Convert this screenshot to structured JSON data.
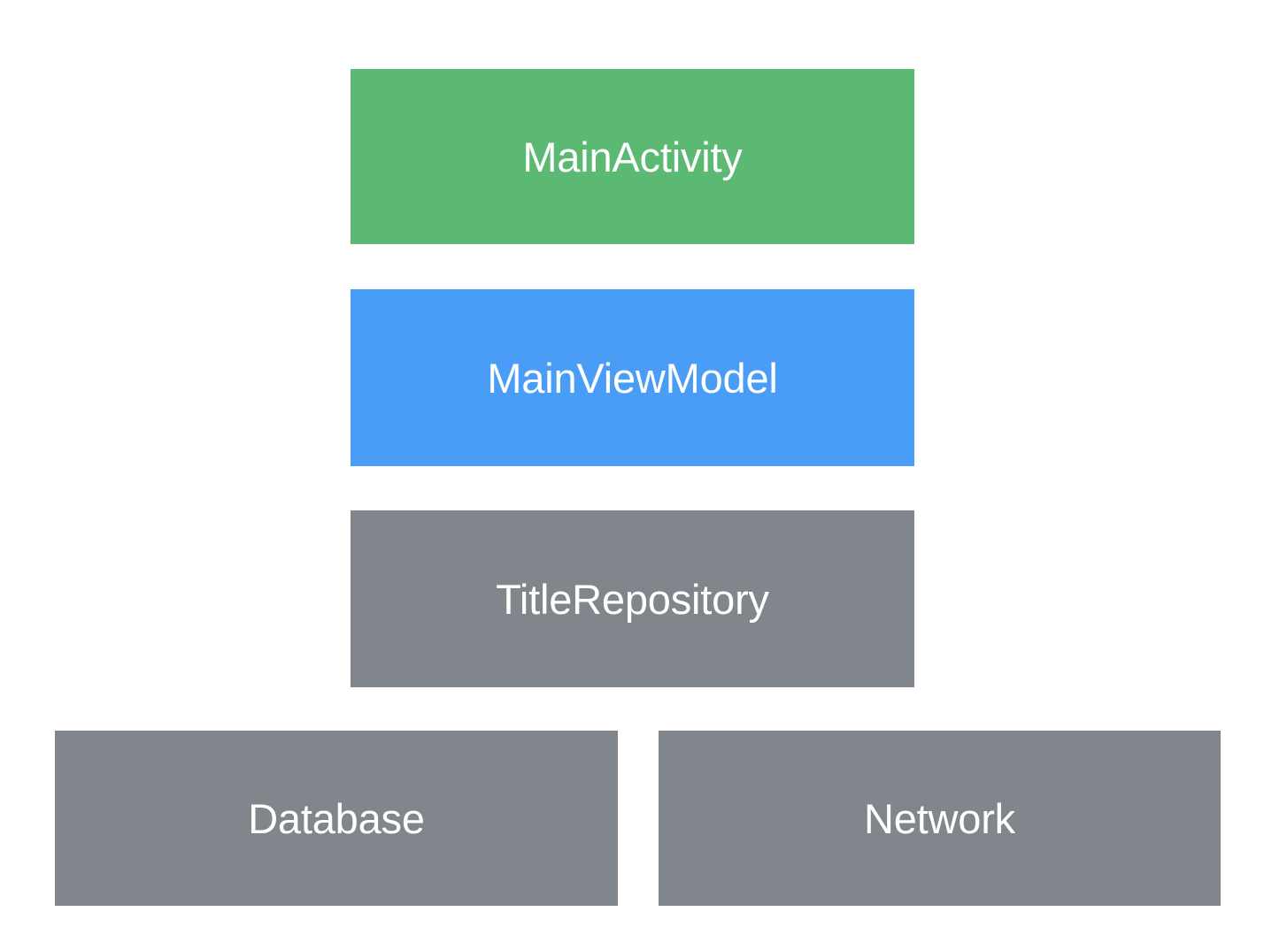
{
  "diagram": {
    "type": "layered-architecture-diagram",
    "title": "",
    "background_color": "#ffffff",
    "text_color": "#ffffff",
    "palette": {
      "ui_layer_green": "#5bb974",
      "viewmodel_layer_blue": "#4a9df6",
      "data_layer_gray": "#80868b"
    },
    "layers": [
      {
        "name": "ui-layer",
        "nodes": [
          {
            "id": "main-activity",
            "label": "MainActivity",
            "color": "#5bb974"
          }
        ]
      },
      {
        "name": "viewmodel-layer",
        "nodes": [
          {
            "id": "main-view-model",
            "label": "MainViewModel",
            "color": "#4a9df6"
          }
        ]
      },
      {
        "name": "repository-layer",
        "nodes": [
          {
            "id": "title-repository",
            "label": "TitleRepository",
            "color": "#80868b"
          }
        ]
      },
      {
        "name": "data-source-layer",
        "nodes": [
          {
            "id": "database",
            "label": "Database",
            "color": "#80868b"
          },
          {
            "id": "network",
            "label": "Network",
            "color": "#80868b"
          }
        ]
      }
    ]
  }
}
